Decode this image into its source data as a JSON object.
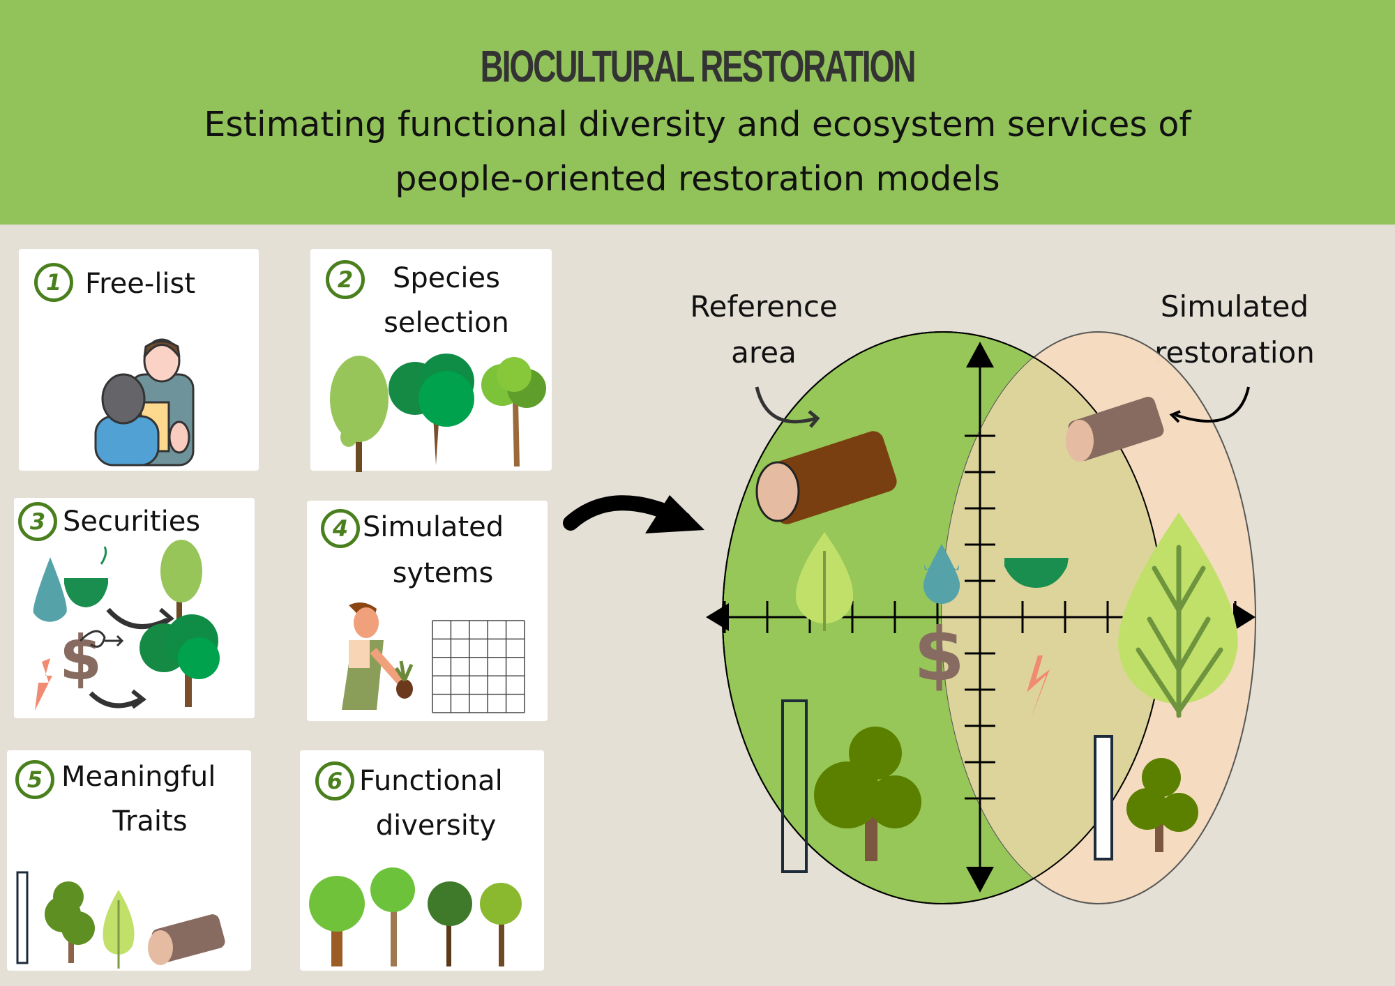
{
  "header": {
    "title": "BIOCULTURAL RESTORATION",
    "subtitle_line1": "Estimating functional diversity and ecosystem services of",
    "subtitle_line2": "people-oriented restoration models"
  },
  "steps": [
    {
      "number": "1",
      "label_line1": "Free-list",
      "label_line2": "",
      "illustration": "interview-people-icon"
    },
    {
      "number": "2",
      "label_line1": "Species",
      "label_line2": "selection",
      "illustration": "three-trees-icon"
    },
    {
      "number": "3",
      "label_line1": "Securities",
      "label_line2": "",
      "illustration": "water-food-money-energy-to-trees-icon"
    },
    {
      "number": "4",
      "label_line1": "Simulated",
      "label_line2": "sytems",
      "illustration": "woman-planting-grid-icon"
    },
    {
      "number": "5",
      "label_line1": "Meaningful",
      "label_line2": "Traits",
      "illustration": "ruler-tree-leaf-log-icon"
    },
    {
      "number": "6",
      "label_line1": "Functional",
      "label_line2": "diversity",
      "illustration": "four-trees-icon"
    }
  ],
  "diagram": {
    "left_label_line1": "Reference",
    "left_label_line2": "area",
    "right_label_line1": "Simulated",
    "right_label_line2": "restoration",
    "colors": {
      "reference": "#96c758",
      "simulated": "#f6dbc0",
      "overlap": "#ddd49c",
      "header": "#92c35a",
      "background": "#e4e0d6",
      "badge": "#4a7f1e"
    }
  }
}
